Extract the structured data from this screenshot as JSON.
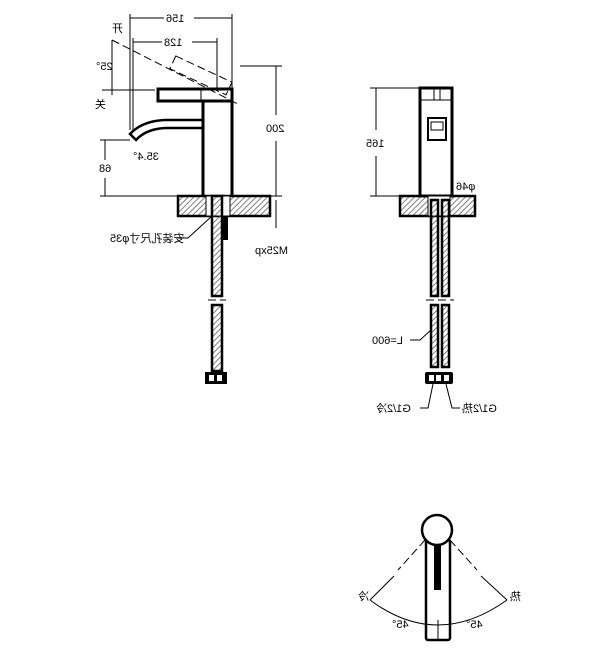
{
  "side_view": {
    "width_156": "156",
    "width_128": "128",
    "angle": "25°",
    "open_label": "开",
    "close_label": "关",
    "height_200": "200",
    "spout_angle": "35.4°",
    "spout_height": "68",
    "mount_hole": "安装孔尺寸φ35",
    "thread": "M25xp"
  },
  "front_view": {
    "height_165": "165",
    "diameter": "φ46",
    "hose_length": "L=600",
    "cold_inlet": "G1/2冷",
    "hot_inlet": "G1/2热"
  },
  "top_view": {
    "angle_left": "45°",
    "angle_right": "45°",
    "cold_label": "冷",
    "hot_label": "热"
  },
  "colors": {
    "line": "#000000",
    "hatch": "#888888"
  }
}
